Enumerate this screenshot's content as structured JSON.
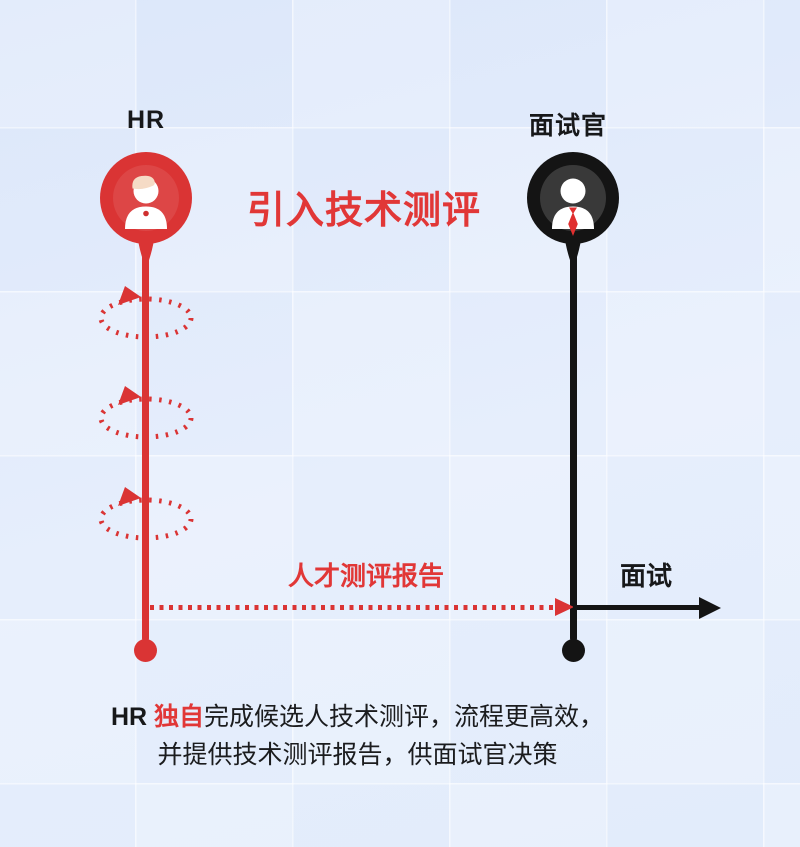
{
  "diagram": {
    "title": "引入技术测评",
    "lanes": [
      {
        "id": "hr",
        "label": "HR",
        "color": "#da3434"
      },
      {
        "id": "interviewer",
        "label": "面试官",
        "color": "#141414"
      }
    ],
    "self_loop_count": 3,
    "messages": [
      {
        "from": "hr",
        "to": "interviewer",
        "label": "人才测评报告",
        "style": "dotted-red-arrow"
      },
      {
        "from": "interviewer",
        "to": "right",
        "label": "面试",
        "style": "solid-black-arrow"
      }
    ],
    "caption": {
      "part_hr": "HR ",
      "part_highlight": "独自",
      "part_line1_rest": "完成候选人技术测评，流程更高效，",
      "line2": "并提供技术测评报告，供面试官决策"
    }
  },
  "colors": {
    "background": "#e2ecfb",
    "accent_red": "#da3434",
    "title_red": "#e13737",
    "ink_black": "#141414",
    "skin_tone": "#f5dbc6"
  },
  "icons": {
    "hr_avatar": "person-female-icon",
    "interviewer_avatar": "person-tie-icon",
    "self_loop": "loop-arrow-icon"
  }
}
